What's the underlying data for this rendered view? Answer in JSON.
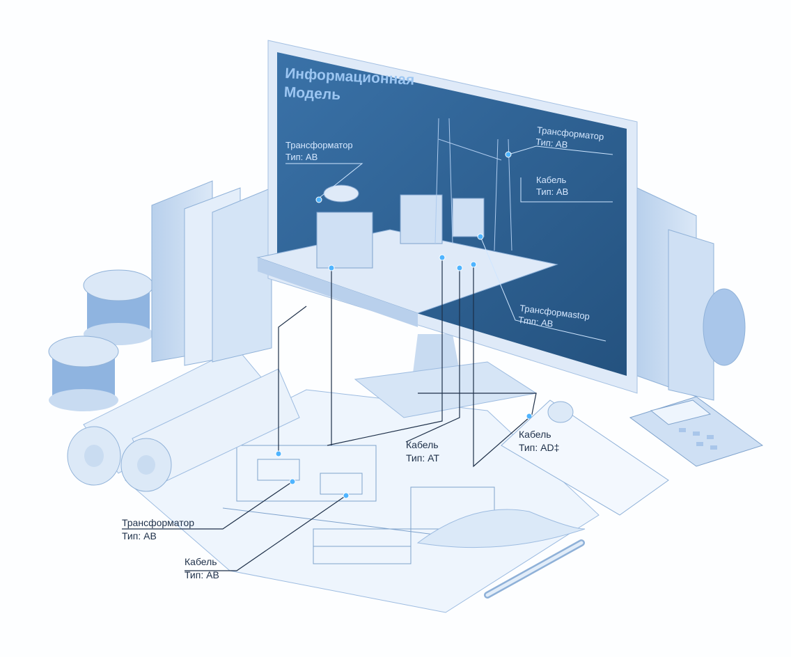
{
  "screen": {
    "title_line1": "Информационная",
    "title_line2": "Модель",
    "labels": [
      {
        "name": "Трансформатор",
        "type": "Тип: АВ"
      },
      {
        "name": "Трансформатор",
        "type": "Тип: АВ"
      },
      {
        "name": "Кабель",
        "type": "Тип: АВ"
      },
      {
        "name": "Трансформаstор",
        "type": "Тmп: АВ"
      }
    ]
  },
  "blueprint_labels": [
    {
      "name": "Кабель",
      "type": "Тип: АТ"
    },
    {
      "name": "Кабель",
      "type": "Тип: АD‡"
    },
    {
      "name": "Трансформатор",
      "type": "Тип: АВ"
    },
    {
      "name": "Кабель",
      "type": "Тип: АВ"
    }
  ],
  "colors": {
    "screen": "#2c5e92",
    "accent": "#4fb4ff",
    "paper": "#eef5fd",
    "line": "#1d2f48"
  }
}
